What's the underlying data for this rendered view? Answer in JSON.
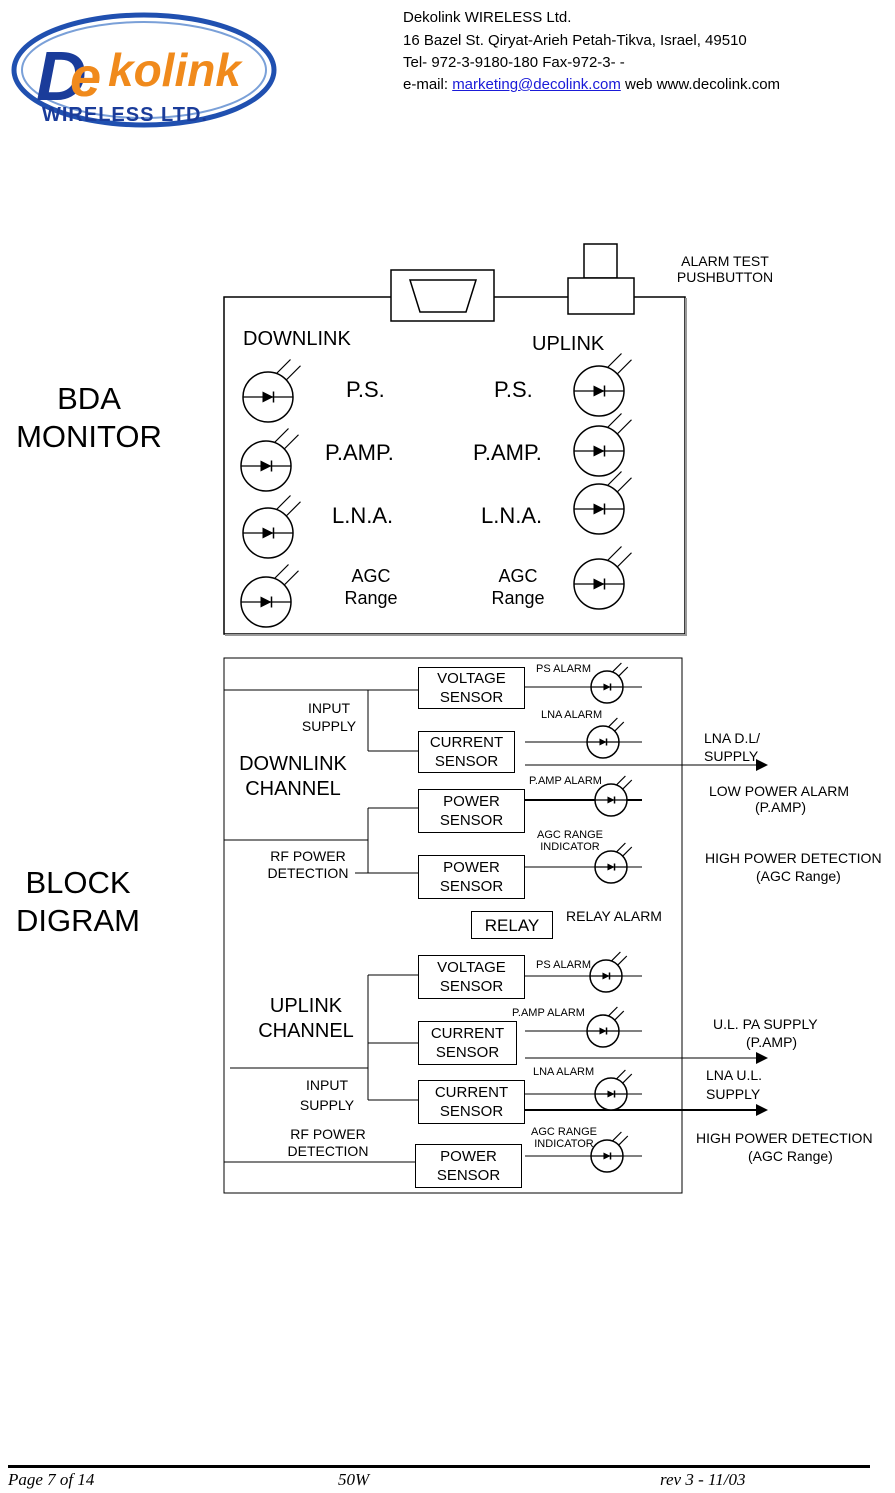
{
  "header": {
    "company": "Dekolink WIRELESS Ltd.",
    "address": "16 Bazel St. Qiryat-Arieh Petah-Tikva, Israel, 49510",
    "tel": "Tel- 972-3-9180-180 Fax-972-3-        -",
    "email_prefix": "e-mail: ",
    "email": "marketing@decolink.com",
    "web": " web www.decolink.com",
    "logo_text": "Dekolink",
    "logo_sub": "WIRELESS LTD."
  },
  "monitor": {
    "title": "BDA MONITOR",
    "alarm_test": "ALARM TEST PUSHBUTTON",
    "downlink": "DOWNLINK",
    "uplink": "UPLINK",
    "dl_rows": [
      "P.S.",
      "P.AMP.",
      "L.N.A.",
      "AGC Range"
    ],
    "ul_rows": [
      "P.S.",
      "P.AMP.",
      "L.N.A.",
      "AGC Range"
    ]
  },
  "block": {
    "title": "BLOCK DIGRAM",
    "downlink_channel": "DOWNLINK CHANNEL",
    "uplink_channel": "UPLINK CHANNEL",
    "dl_input_supply": "INPUT SUPPLY",
    "dl_rf_power": "RF POWER DETECTION",
    "ul_input_supply": "INPUT SUPPLY",
    "ul_rf_power": "RF POWER DETECTION",
    "dl_boxes": [
      "VOLTAGE SENSOR",
      "CURRENT SENSOR",
      "POWER SENSOR",
      "POWER SENSOR"
    ],
    "ul_boxes": [
      "VOLTAGE SENSOR",
      "CURRENT SENSOR",
      "CURRENT SENSOR",
      "POWER SENSOR"
    ],
    "relay": "RELAY",
    "relay_alarm": "RELAY ALARM",
    "dl_alarms": [
      "PS ALARM",
      "LNA ALARM",
      "P.AMP ALARM",
      "AGC RANGE INDICATOR"
    ],
    "ul_alarms": [
      "PS ALARM",
      "P.AMP ALARM",
      "LNA ALARM",
      "AGC RANGE INDICATOR"
    ],
    "right_labels": {
      "lna_dl": "LNA D.L/ SUPPLY",
      "low_power": "LOW POWER ALARM",
      "low_power_sub": "(P.AMP)",
      "high_power_dl": "HIGH  POWER DETECTION",
      "high_power_dl_sub": "(AGC Range)",
      "ul_pa": "U.L.  PA SUPPLY",
      "ul_pa_sub": "(P.AMP)",
      "lna_ul": "LNA U.L. SUPPLY",
      "high_power_ul": "HIGH  POWER DETECTION",
      "high_power_ul_sub": "(AGC Range)"
    }
  },
  "footer": {
    "page": "Page 7 of 14",
    "model": "50W",
    "rev": "rev 3  -  11/03"
  }
}
